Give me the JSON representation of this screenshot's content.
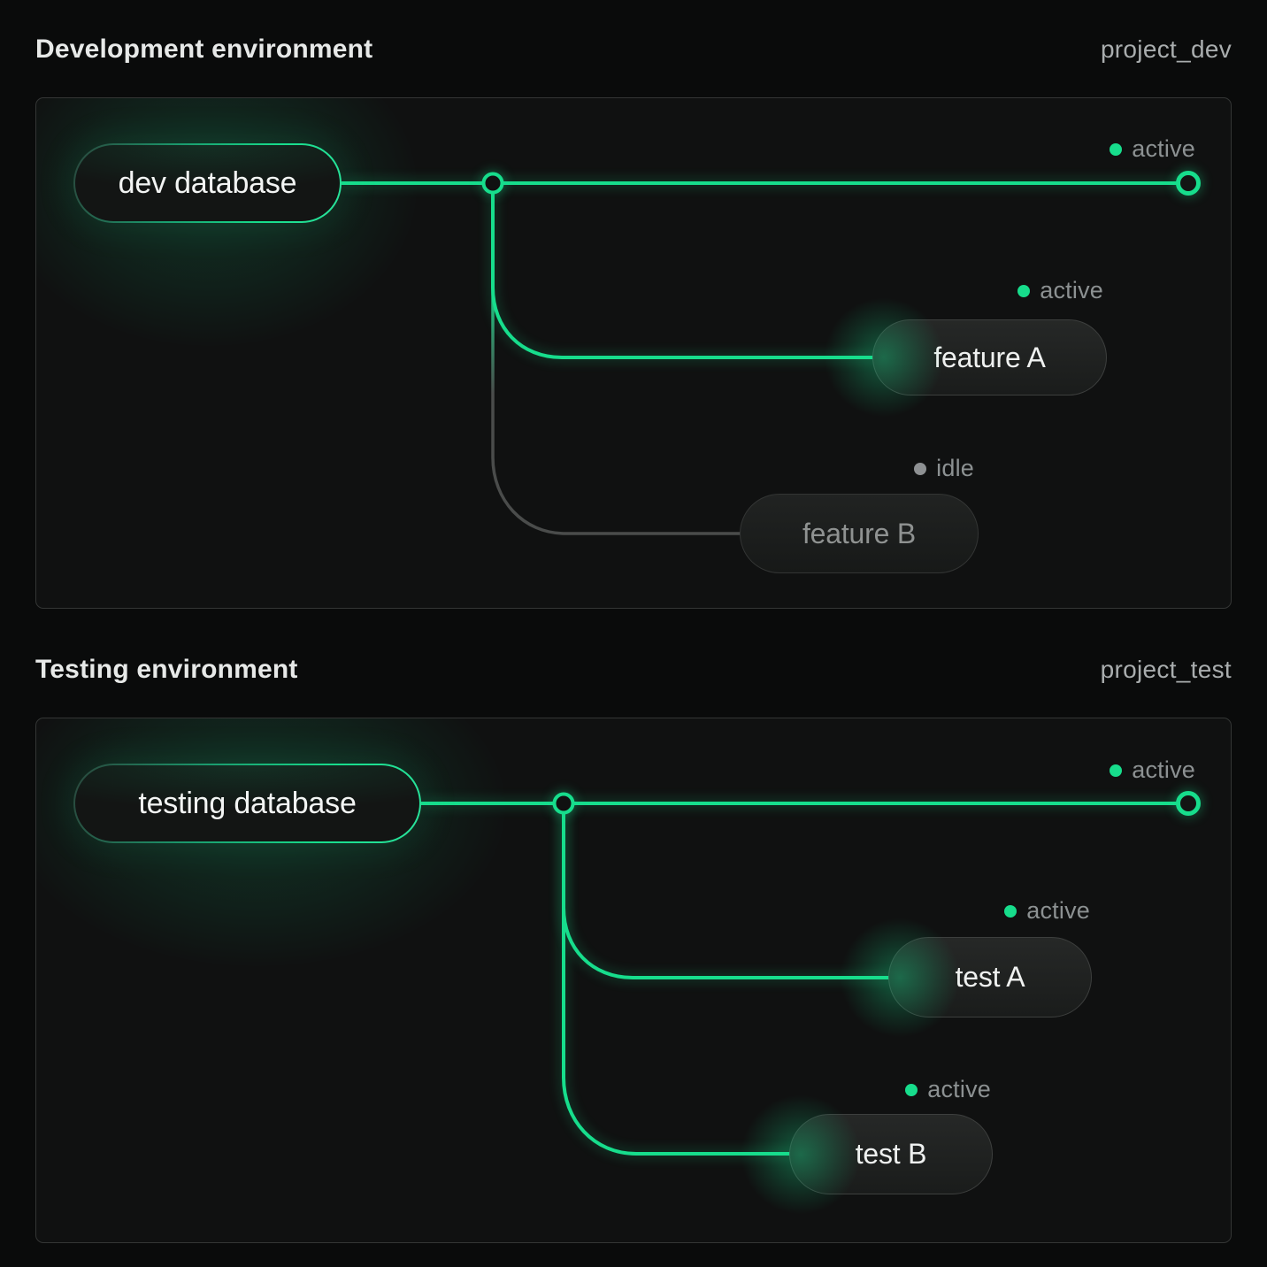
{
  "page": {
    "accent_color": "#17dd8c",
    "idle_line_color": "#4a4c4b",
    "status_text_color": "#8c9192"
  },
  "sections": [
    {
      "title": "Development environment",
      "project": "project_dev",
      "root": {
        "label": "dev database"
      },
      "main_status": {
        "label": "active",
        "state": "active"
      },
      "branches": [
        {
          "label": "feature A",
          "status": "active",
          "state": "active"
        },
        {
          "label": "feature B",
          "status": "idle",
          "state": "idle"
        }
      ]
    },
    {
      "title": "Testing environment",
      "project": "project_test",
      "root": {
        "label": "testing database"
      },
      "main_status": {
        "label": "active",
        "state": "active"
      },
      "branches": [
        {
          "label": "test A",
          "status": "active",
          "state": "active"
        },
        {
          "label": "test B",
          "status": "active",
          "state": "active"
        }
      ]
    }
  ]
}
